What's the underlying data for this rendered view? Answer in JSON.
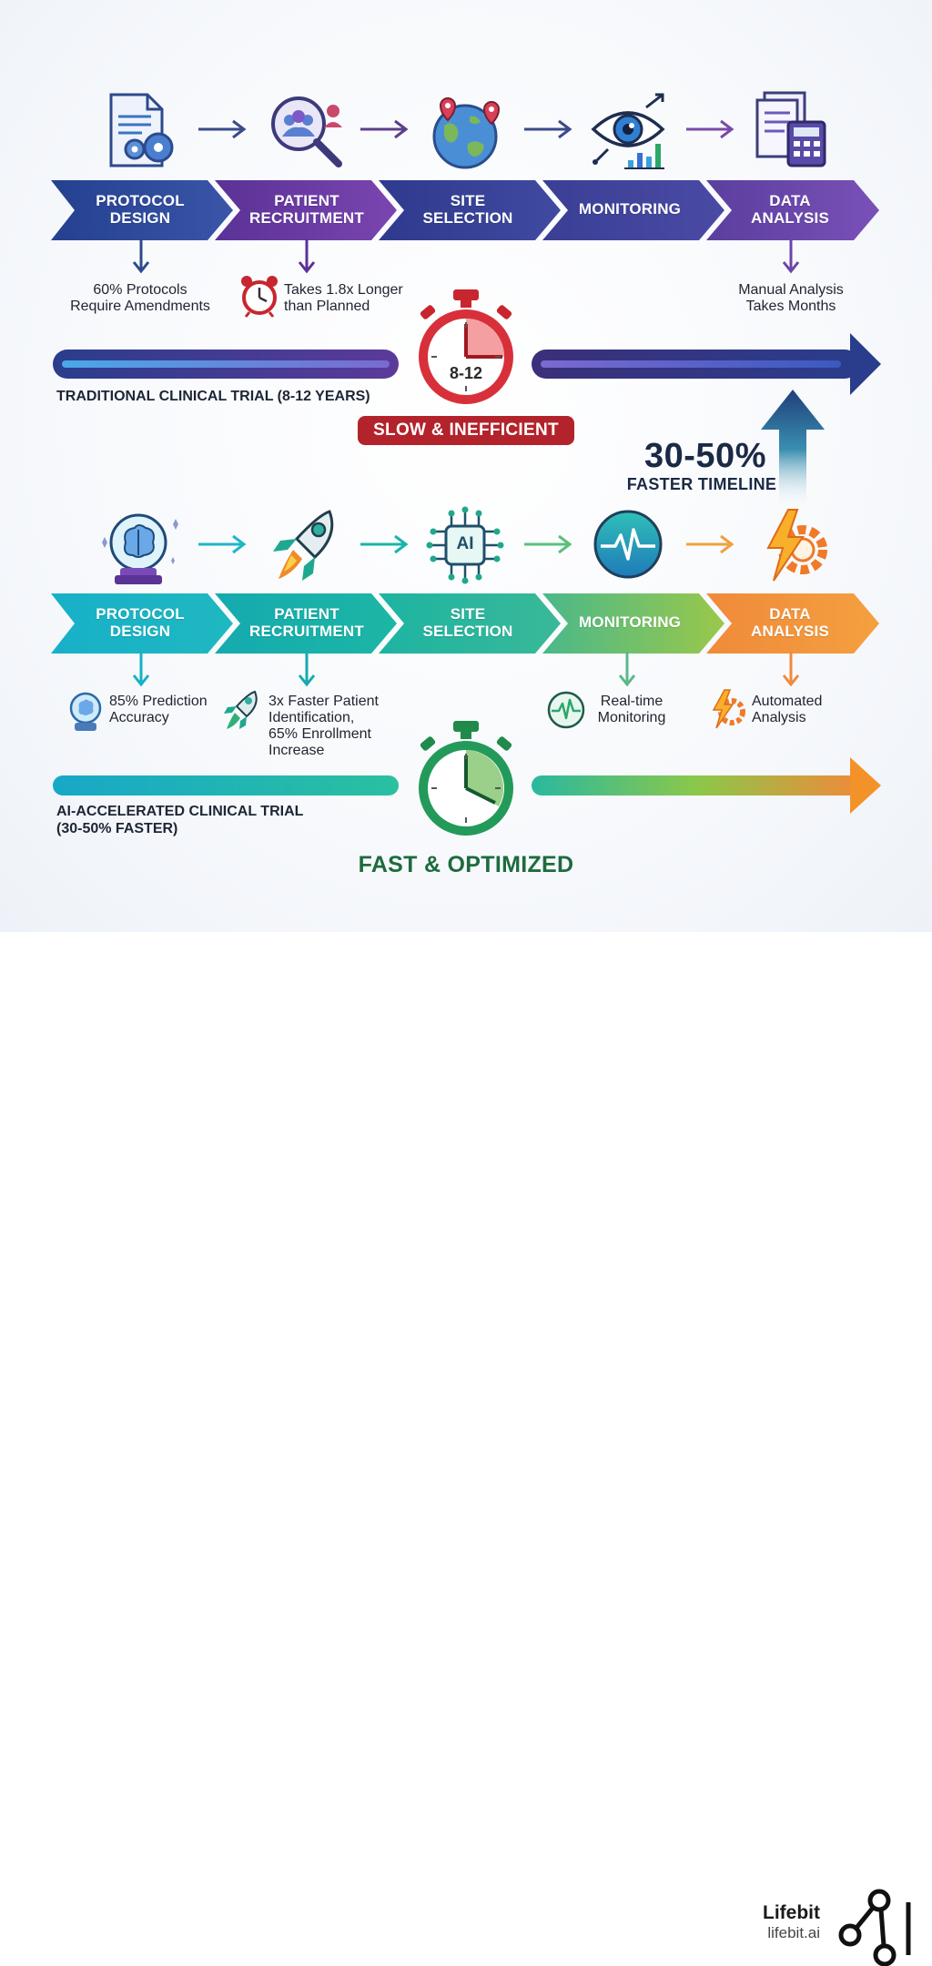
{
  "traditional": {
    "steps": [
      {
        "line1": "PROTOCOL",
        "line2": "DESIGN",
        "icon": "document-gears-icon"
      },
      {
        "line1": "PATIENT",
        "line2": "RECRUITMENT",
        "icon": "magnifier-people-icon"
      },
      {
        "line1": "SITE",
        "line2": "SELECTION",
        "icon": "globe-pins-icon"
      },
      {
        "line1": "MONITORING",
        "line2": "",
        "icon": "eye-chart-icon"
      },
      {
        "line1": "DATA",
        "line2": "ANALYSIS",
        "icon": "papers-calculator-icon"
      }
    ],
    "stats": [
      {
        "line1": "60% Protocols",
        "line2": "Require Amendments"
      },
      {
        "line1": "Takes 1.8x Longer",
        "line2": "than Planned",
        "icon": "alarm-clock-icon"
      },
      {
        "line1": "Manual Analysis",
        "line2": "Takes Months"
      }
    ],
    "bar_label": "TRADITIONAL CLINICAL TRIAL (8-12 YEARS)",
    "stopwatch_label": "8-12",
    "tag": "SLOW & INEFFICIENT"
  },
  "improvement": {
    "value": "30-50%",
    "label": "FASTER TIMELINE"
  },
  "ai": {
    "steps": [
      {
        "line1": "PROTOCOL",
        "line2": "DESIGN",
        "icon": "brain-crystal-ball-icon"
      },
      {
        "line1": "PATIENT",
        "line2": "RECRUITMENT",
        "icon": "rocket-icon"
      },
      {
        "line1": "SITE",
        "line2": "SELECTION",
        "icon": "ai-chip-icon"
      },
      {
        "line1": "MONITORING",
        "line2": "",
        "icon": "heartbeat-monitor-icon"
      },
      {
        "line1": "DATA",
        "line2": "ANALYSIS",
        "icon": "lightning-gear-icon"
      }
    ],
    "stats": [
      {
        "line1": "85% Prediction",
        "line2": "Accuracy",
        "line3": ""
      },
      {
        "line1": "3x Faster Patient",
        "line2": "Identification,",
        "line3": "65% Enrollment",
        "line4": "Increase"
      },
      {
        "line1": "Real-time",
        "line2": "Monitoring"
      },
      {
        "line1": "Automated",
        "line2": "Analysis"
      }
    ],
    "bar_label_line1": "AI-ACCELERATED CLINICAL TRIAL",
    "bar_label_line2": "(30-50% FASTER)",
    "tag": "FAST & OPTIMIZED",
    "ai_chip_text": "AI"
  },
  "brand": {
    "name": "Lifebit",
    "url": "lifebit.ai",
    "logo": "lifebit-network-logo"
  },
  "colors": {
    "trad_chevrons": [
      "#2f4a9a",
      "#6a3a9c",
      "#3a3f95",
      "#46479c",
      "#6b45a8"
    ],
    "ai_chevrons": [
      "#1fb6c9",
      "#19b5a8",
      "#2fb89a",
      "#7cc25c",
      "#f07a3a"
    ],
    "slow_red": "#b3232b",
    "fast_green": "#1d6b3e"
  }
}
